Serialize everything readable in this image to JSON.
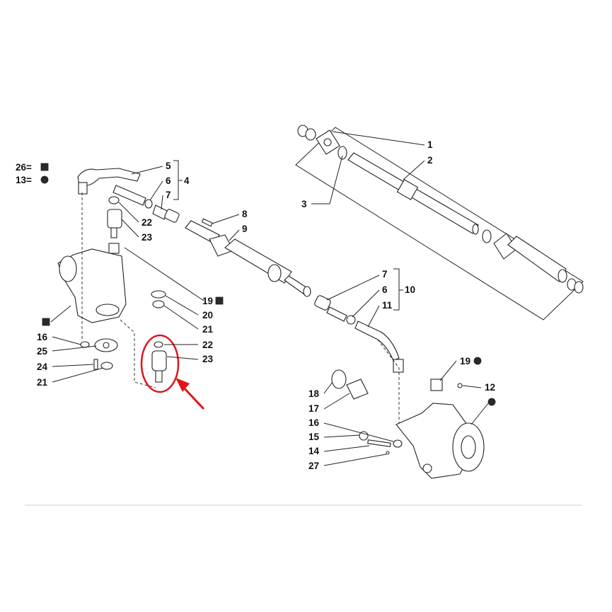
{
  "legend": {
    "square_text": "26=",
    "circle_text": "13="
  },
  "labels": {
    "l1": "1",
    "l2": "2",
    "l3": "3",
    "l4": "4",
    "l5": "5",
    "l6a": "6",
    "l7a": "7",
    "l8": "8",
    "l9": "9",
    "l7b": "7",
    "l6b": "6",
    "l10": "10",
    "l11": "11",
    "l12": "12",
    "l14": "14",
    "l15": "15",
    "l16a": "16",
    "l16b": "16",
    "l17": "17",
    "l18": "18",
    "l19a": "19",
    "l19b": "19",
    "l20": "20",
    "l21a": "21",
    "l21b": "21",
    "l22a": "22",
    "l22b": "22",
    "l23a": "23",
    "l23b": "23",
    "l24": "24",
    "l25": "25",
    "l27": "27"
  },
  "colors": {
    "highlight_ring": "#e0141b",
    "ink": "#222222"
  },
  "highlight": {
    "target_part": "23",
    "marker": "red circle with arrow"
  }
}
